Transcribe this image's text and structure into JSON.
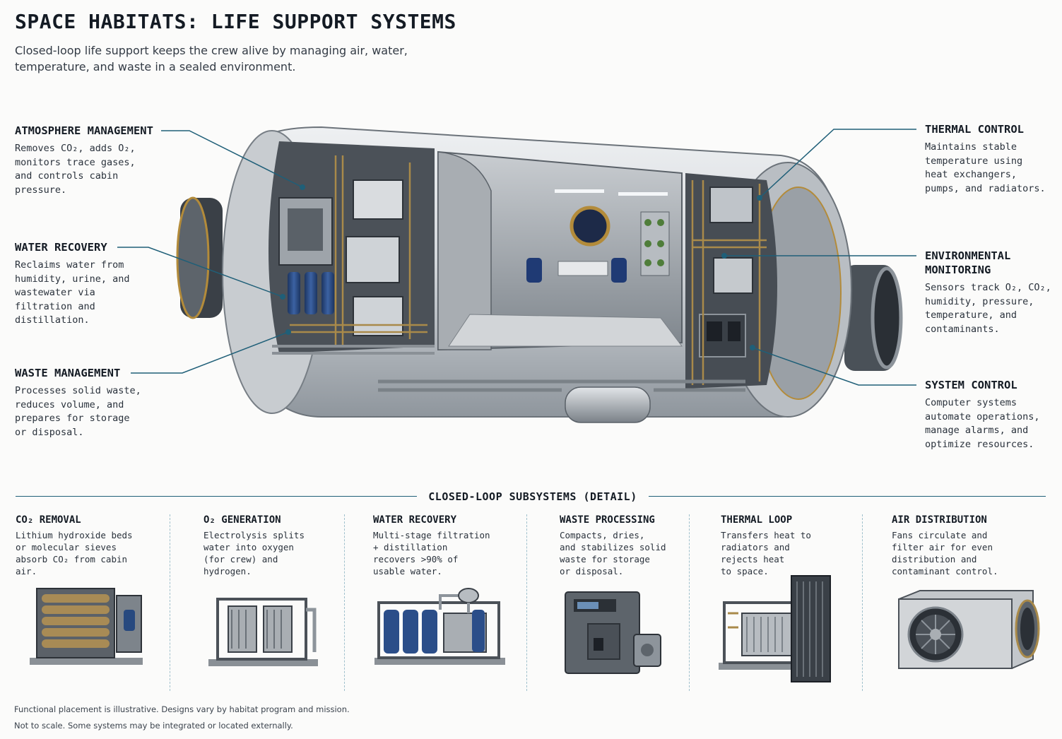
{
  "header": {
    "title": "SPACE HABITATS: LIFE SUPPORT SYSTEMS",
    "subtitle": "Closed-loop life support keeps the crew alive by managing air, water, temperature, and waste in a sealed environment."
  },
  "callouts": {
    "atmosphere": {
      "title": "ATMOSPHERE MANAGEMENT",
      "text": "Removes CO₂, adds O₂,\nmonitors trace gases,\nand controls cabin\npressure."
    },
    "water": {
      "title": "WATER RECOVERY",
      "text": "Reclaims water from\nhumidity, urine, and\nwastewater via\nfiltration and\ndistillation."
    },
    "waste": {
      "title": "WASTE MANAGEMENT",
      "text": "Processes solid waste,\nreduces volume, and\nprepares for storage\nor disposal."
    },
    "thermal": {
      "title": "THERMAL CONTROL",
      "text": "Maintains stable\ntemperature using\nheat exchangers,\npumps, and radiators."
    },
    "environmental": {
      "title_line1": "ENVIRONMENTAL",
      "title_line2": "MONITORING",
      "text": "Sensors track O₂, CO₂,\nhumidity, pressure,\ntemperature, and\ncontaminants."
    },
    "system": {
      "title": "SYSTEM CONTROL",
      "text": "Computer systems\nautomate operations,\nmanage alarms, and\noptimize resources."
    }
  },
  "subsystems": {
    "section_title": "CLOSED-LOOP SUBSYSTEMS (DETAIL)",
    "items": [
      {
        "title": "CO₂ REMOVAL",
        "text": "Lithium hydroxide beds\nor molecular sieves\nabsorb CO₂ from cabin\nair."
      },
      {
        "title": "O₂ GENERATION",
        "text": "Electrolysis splits\nwater into oxygen\n(for crew) and\nhydrogen."
      },
      {
        "title": "WATER RECOVERY",
        "text": "Multi-stage filtration\n+ distillation\nrecovers >90% of\nusable water."
      },
      {
        "title": "WASTE PROCESSING",
        "text": "Compacts, dries,\nand stabilizes solid\nwaste for storage\nor disposal."
      },
      {
        "title": "THERMAL LOOP",
        "text": "Transfers heat to\nradiators and\nrejects heat\nto space."
      },
      {
        "title": "AIR DISTRIBUTION",
        "text": "Fans circulate and\nfilter air for even\ndistribution and\ncontaminant control."
      }
    ]
  },
  "footer": {
    "line1": "Functional placement is illustrative. Designs vary by habitat program and mission.",
    "line2": "Not to scale. Some systems may be integrated or located externally."
  },
  "colors": {
    "accent": "#1f5f78",
    "water_tank_blue": "#27497f",
    "hull": "#d9dcdf"
  }
}
